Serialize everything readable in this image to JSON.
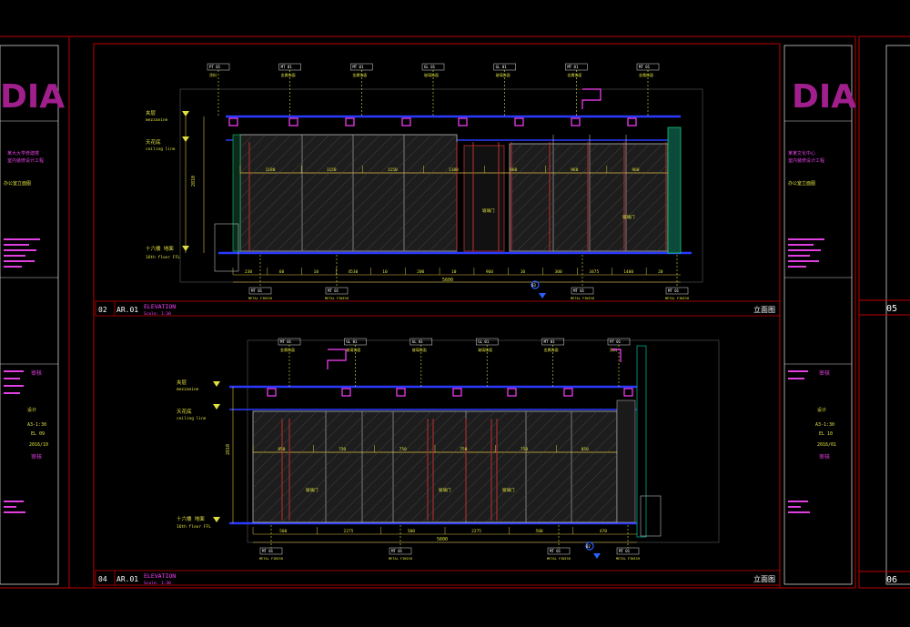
{
  "title_block": {
    "logo": "DIA",
    "project_left": [
      "某大大学修建楼",
      "室内装修设计工程"
    ],
    "project_right": [
      "某某文化中心",
      "室内装修设计工程"
    ],
    "drawing_name": "办公室立面图",
    "scale_left": "A3-1:30",
    "scale_right": "A3-1:30",
    "sheet_left": "EL 09",
    "sheet_right": "EL 10",
    "date_left": "2016/10",
    "date_right": "2016/01",
    "designer_left": "设计",
    "designer_right": "设计",
    "stamp_left": "审核",
    "stamp_right": "审核"
  },
  "edge_tags": {
    "right_top": "05",
    "right_bottom": "06"
  },
  "elevation_top": {
    "number": "02",
    "ref": "AR.01",
    "title": "ELEVATION",
    "scale": "Scale: 1:30",
    "cn_title": "立面图",
    "mezzanine_label": "夹层",
    "mezzanine_en": "mezzanine",
    "ceiling_label": "天花底",
    "ceiling_en": "ceiling line",
    "floor_label": "十六楼 地面",
    "floor_en": "16th floor FFL",
    "height_dim": "2810",
    "total_dim": "5600",
    "bottom_dims": [
      "230",
      "60",
      "10",
      "4530",
      "10",
      "200",
      "10",
      "960",
      "10",
      "300",
      "3475",
      "1400",
      "20"
    ],
    "top_dims": [
      "1180",
      "1150",
      "1150",
      "1180",
      "960",
      "960",
      "960"
    ],
    "top_tags": [
      {
        "code": "PT 01",
        "cn": "涂料"
      },
      {
        "code": "MT 01",
        "cn": "金属饰面"
      },
      {
        "code": "MT 01",
        "cn": "金属饰面"
      },
      {
        "code": "GL 01",
        "cn": "玻璃饰面"
      },
      {
        "code": "GL 01",
        "cn": "玻璃饰面"
      },
      {
        "code": "MT 01",
        "cn": "金属饰面"
      },
      {
        "code": "MT 01",
        "cn": "金属饰面"
      }
    ],
    "bottom_tags": [
      {
        "code": "MT 01",
        "label": "METAL FINISH"
      },
      {
        "code": "MT 01",
        "label": "METAL FINISH"
      },
      {
        "code": "MT 01",
        "label": "METAL FINISH"
      },
      {
        "code": "MT 01",
        "label": "METAL FINISH"
      }
    ],
    "door_notes": [
      "玻璃门",
      "玻璃门"
    ],
    "section_mark": "03"
  },
  "elevation_bottom": {
    "number": "04",
    "ref": "AR.01",
    "title": "ELEVATION",
    "scale": "Scale: 1:30",
    "cn_title": "立面图",
    "mezzanine_label": "夹层",
    "mezzanine_en": "mezzanine",
    "ceiling_label": "天花底",
    "ceiling_en": "ceiling line",
    "floor_label": "十六楼 地面",
    "floor_en": "16th floor FFL",
    "height_dim": "2810",
    "total_dim": "5600",
    "bottom_dims": [
      "500",
      "2275",
      "500",
      "2275",
      "500",
      "470"
    ],
    "top_dims": [
      "850",
      "750",
      "750",
      "750",
      "750",
      "850"
    ],
    "top_tags": [
      {
        "code": "MT 01",
        "cn": "金属饰面"
      },
      {
        "code": "GL 01",
        "cn": "玻璃饰面"
      },
      {
        "code": "GL 01",
        "cn": "玻璃饰面"
      },
      {
        "code": "GL 01",
        "cn": "玻璃饰面"
      },
      {
        "code": "MT 01",
        "cn": "金属饰面"
      },
      {
        "code": "PT 01",
        "cn": "涂料"
      }
    ],
    "bottom_tags": [
      {
        "code": "MT 01",
        "label": "METAL FINISH"
      },
      {
        "code": "MT 01",
        "label": "METAL FINISH"
      },
      {
        "code": "MT 01",
        "label": "METAL FINISH"
      },
      {
        "code": "MT 01",
        "label": "METAL FINISH"
      }
    ],
    "door_notes": [
      "玻璃门",
      "玻璃门",
      "玻璃门"
    ],
    "section_mark": "02"
  }
}
